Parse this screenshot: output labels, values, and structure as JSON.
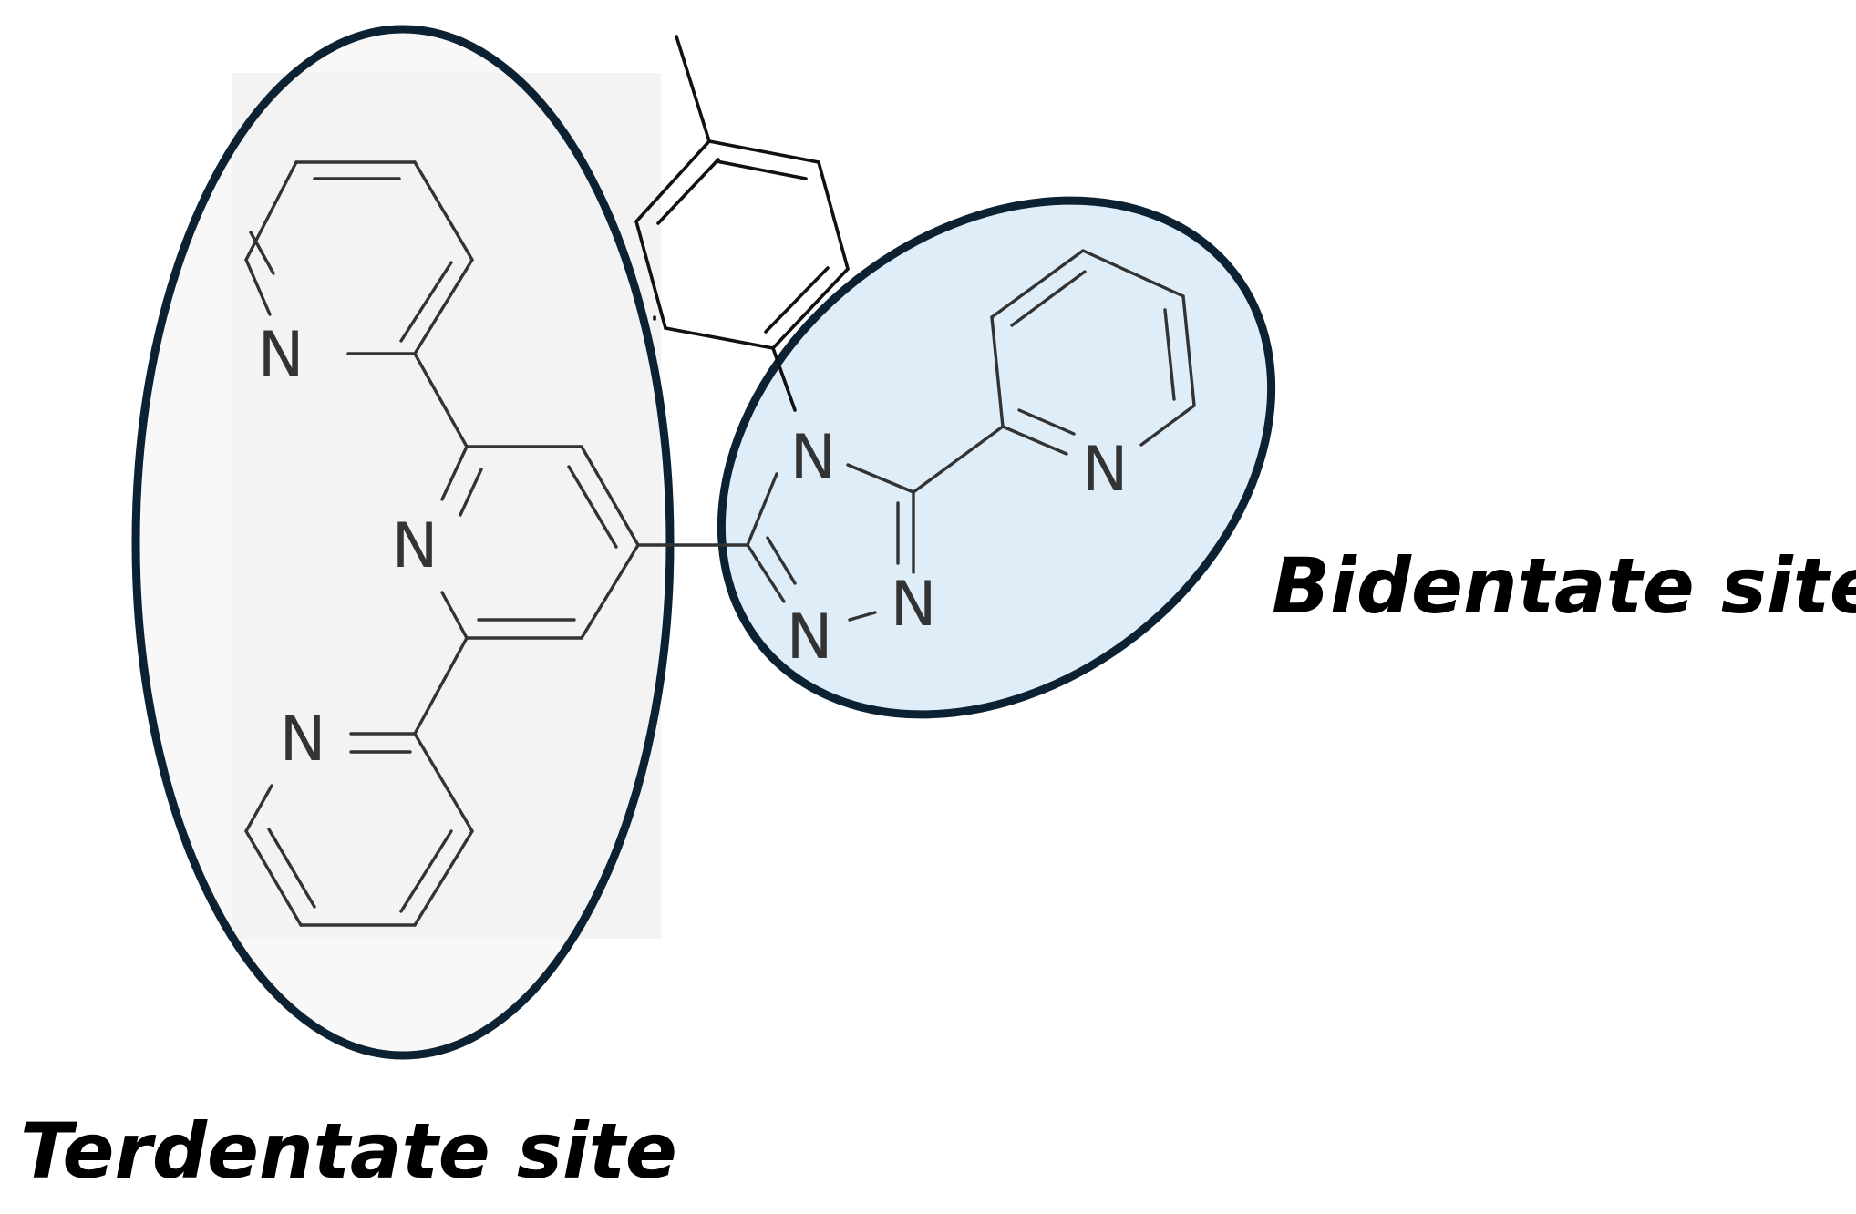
{
  "labels": {
    "terdentate": "Terdentate site",
    "bidentate": "Bidentate site"
  },
  "atoms": {
    "nitrogen": "N"
  },
  "colors": {
    "ellipse_outline": "#0c2233",
    "terdentate_fill": "#f3f3f3",
    "bidentate_fill": "#deedf8",
    "bond": "#333333",
    "label": "#000000"
  }
}
